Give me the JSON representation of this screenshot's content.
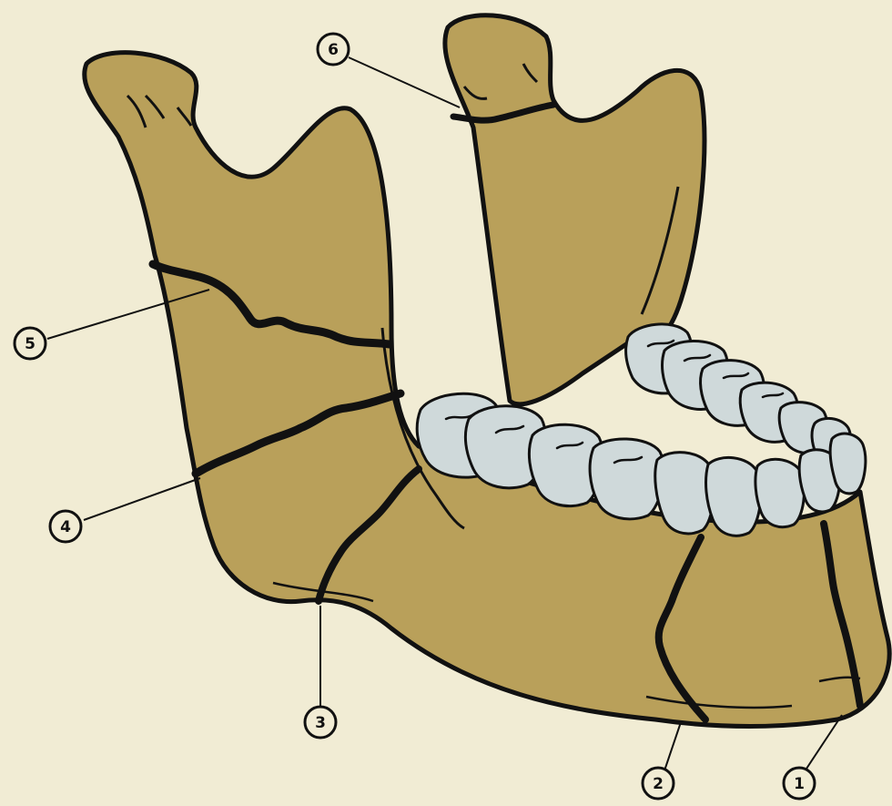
{
  "diagram": {
    "colors": {
      "background": "#f1ecd4",
      "bone": "#b9a05a",
      "outline": "#111111",
      "tooth": "#cfd9da"
    },
    "callouts": [
      {
        "id": "1",
        "label": "1"
      },
      {
        "id": "2",
        "label": "2"
      },
      {
        "id": "3",
        "label": "3"
      },
      {
        "id": "4",
        "label": "4"
      },
      {
        "id": "5",
        "label": "5"
      },
      {
        "id": "6",
        "label": "6"
      }
    ]
  }
}
